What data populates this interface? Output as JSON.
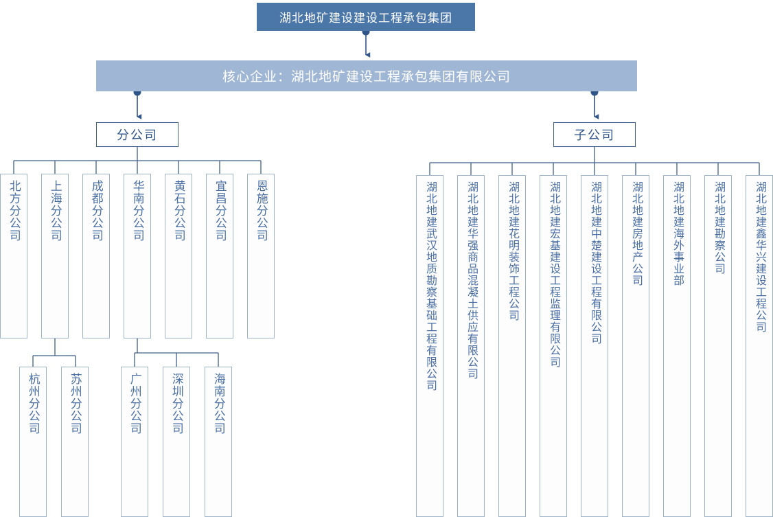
{
  "chart_type": "organization-chart",
  "colors": {
    "root_banner_bg": "#4a76a8",
    "core_banner_bg": "#9fb6d4",
    "node_border": "#3f5f8a",
    "leaf_border": "#9eb3c8",
    "text_blue": "#4a6fa5",
    "connector": "#2f5488"
  },
  "root": {
    "title": "湖北地矿建设建设工程承包集团"
  },
  "core": {
    "title": "核心企业：湖北地矿建设工程承包集团有限公司"
  },
  "groups": {
    "branch": {
      "label": "分公司"
    },
    "subsidiary": {
      "label": "子公司"
    }
  },
  "branches": [
    {
      "label": "北方分公司",
      "children": []
    },
    {
      "label": "上海分公司",
      "children": [
        "杭州分公司",
        "苏州分公司"
      ]
    },
    {
      "label": "成都分公司",
      "children": []
    },
    {
      "label": "华南分公司",
      "children": [
        "广州分公司",
        "深圳分公司",
        "海南分公司"
      ]
    },
    {
      "label": "黄石分公司",
      "children": []
    },
    {
      "label": "宜昌分公司",
      "children": []
    },
    {
      "label": "恩施分公司",
      "children": []
    }
  ],
  "branch_children_flat": [
    "杭州分公司",
    "苏州分公司",
    "广州分公司",
    "深圳分公司",
    "海南分公司"
  ],
  "subsidiaries": [
    "湖北地建武汉地质勘察基础工程有限公司",
    "湖北地建华强商品混凝土供应有限公司",
    "湖北地建花明装饰工程公司",
    "湖北地建宏基建设工程监理有限公司",
    "湖北地建中楚建设工程有限公司",
    "湖北地建房地产公司",
    "湖北地建海外事业部",
    "湖北地建勘察公司",
    "湖北地建鑫华兴建设工程公司"
  ]
}
